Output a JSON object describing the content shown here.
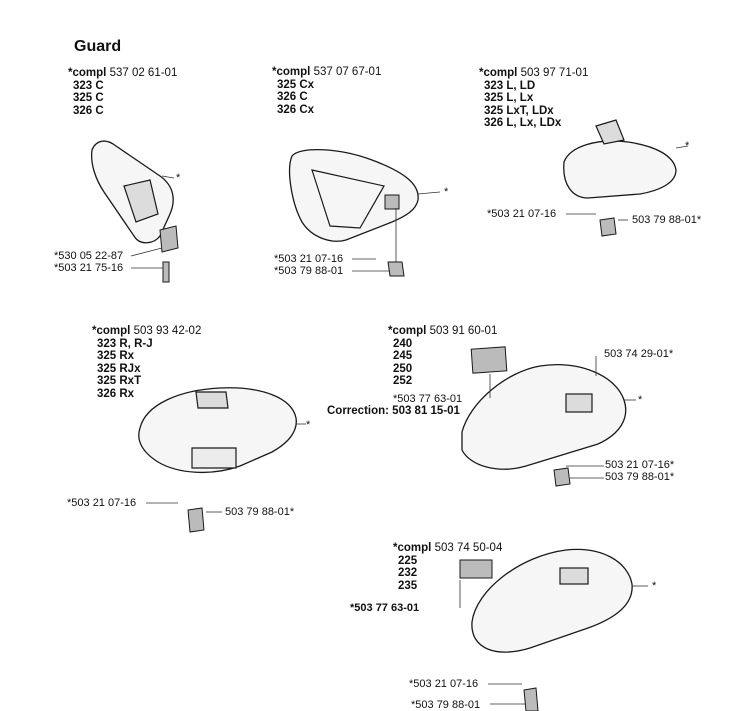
{
  "title": "Guard",
  "compl_prefix": "compl",
  "groups": [
    {
      "part": "537 02 61-01",
      "models": [
        "323 C",
        "325 C",
        "326 C"
      ]
    },
    {
      "part": "537 07 67-01",
      "models": [
        "325 Cx",
        "326 C",
        "326 Cx"
      ]
    },
    {
      "part": "503 97 71-01",
      "models": [
        "323 L, LD",
        "325 L, Lx",
        "325 LxT, LDx",
        "326 L, Lx, LDx"
      ]
    },
    {
      "part": "503 93 42-02",
      "models": [
        "323 R, R-J",
        "325 Rx",
        "325 RJx",
        "325 RxT",
        "326 Rx"
      ]
    },
    {
      "part": "503 91 60-01",
      "models": [
        "240",
        "245",
        "250",
        "252"
      ]
    },
    {
      "part": "503 74 50-04",
      "models": [
        "225",
        "232",
        "235"
      ]
    }
  ],
  "labels": {
    "g1_a": "*",
    "g1_b": "*530 05 22-87",
    "g1_c": "*503 21 75-16",
    "g2_a": "*",
    "g2_b": "*503 21 07-16",
    "g2_c": "*503 79 88-01",
    "g3_a": "*",
    "g3_b": "*503 21 07-16",
    "g3_c": "503 79 88-01*",
    "g4_a": "*",
    "g4_b": "*503 21 07-16",
    "g4_c": "503 79 88-01*",
    "g5_a": "503 74 29-01*",
    "g5_b": "*",
    "g5_c": "*503 77 63-01",
    "g5_d": "503 21 07-16*",
    "g5_e": "503 79 88-01*",
    "g6_a": "*",
    "g6_b": "*503 77 63-01",
    "g6_c": "*503 21 07-16",
    "g6_d": "*503 79 88-01"
  },
  "correction": "Correction: 503 81 15-01"
}
